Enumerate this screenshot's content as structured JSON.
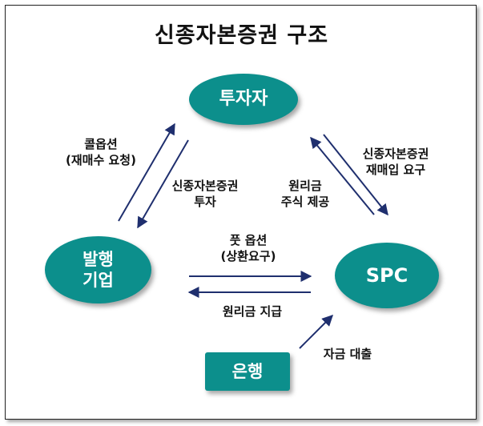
{
  "title": "신종자본증권 구조",
  "nodes": {
    "investor": "투자자",
    "issuer_line1": "발행",
    "issuer_line2": "기업",
    "spc": "SPC",
    "bank": "은행"
  },
  "labels": {
    "call_option_line1": "콜옵션",
    "call_option_line2": "(재매수 요청)",
    "bond_invest_line1": "신종자본증권",
    "bond_invest_line2": "투자",
    "principal_stock_line1": "원리금",
    "principal_stock_line2": "주식 제공",
    "bond_repurchase_line1": "신종자본증권",
    "bond_repurchase_line2": "재매입 요구",
    "put_option_line1": "풋 옵션",
    "put_option_line2": "(상환요구)",
    "principal_payment": "원리금 지급",
    "loan": "자금 대출"
  },
  "colors": {
    "node_fill": "#0c8f8c",
    "node_text": "#ffffff",
    "arrow": "#1f2f6e"
  }
}
